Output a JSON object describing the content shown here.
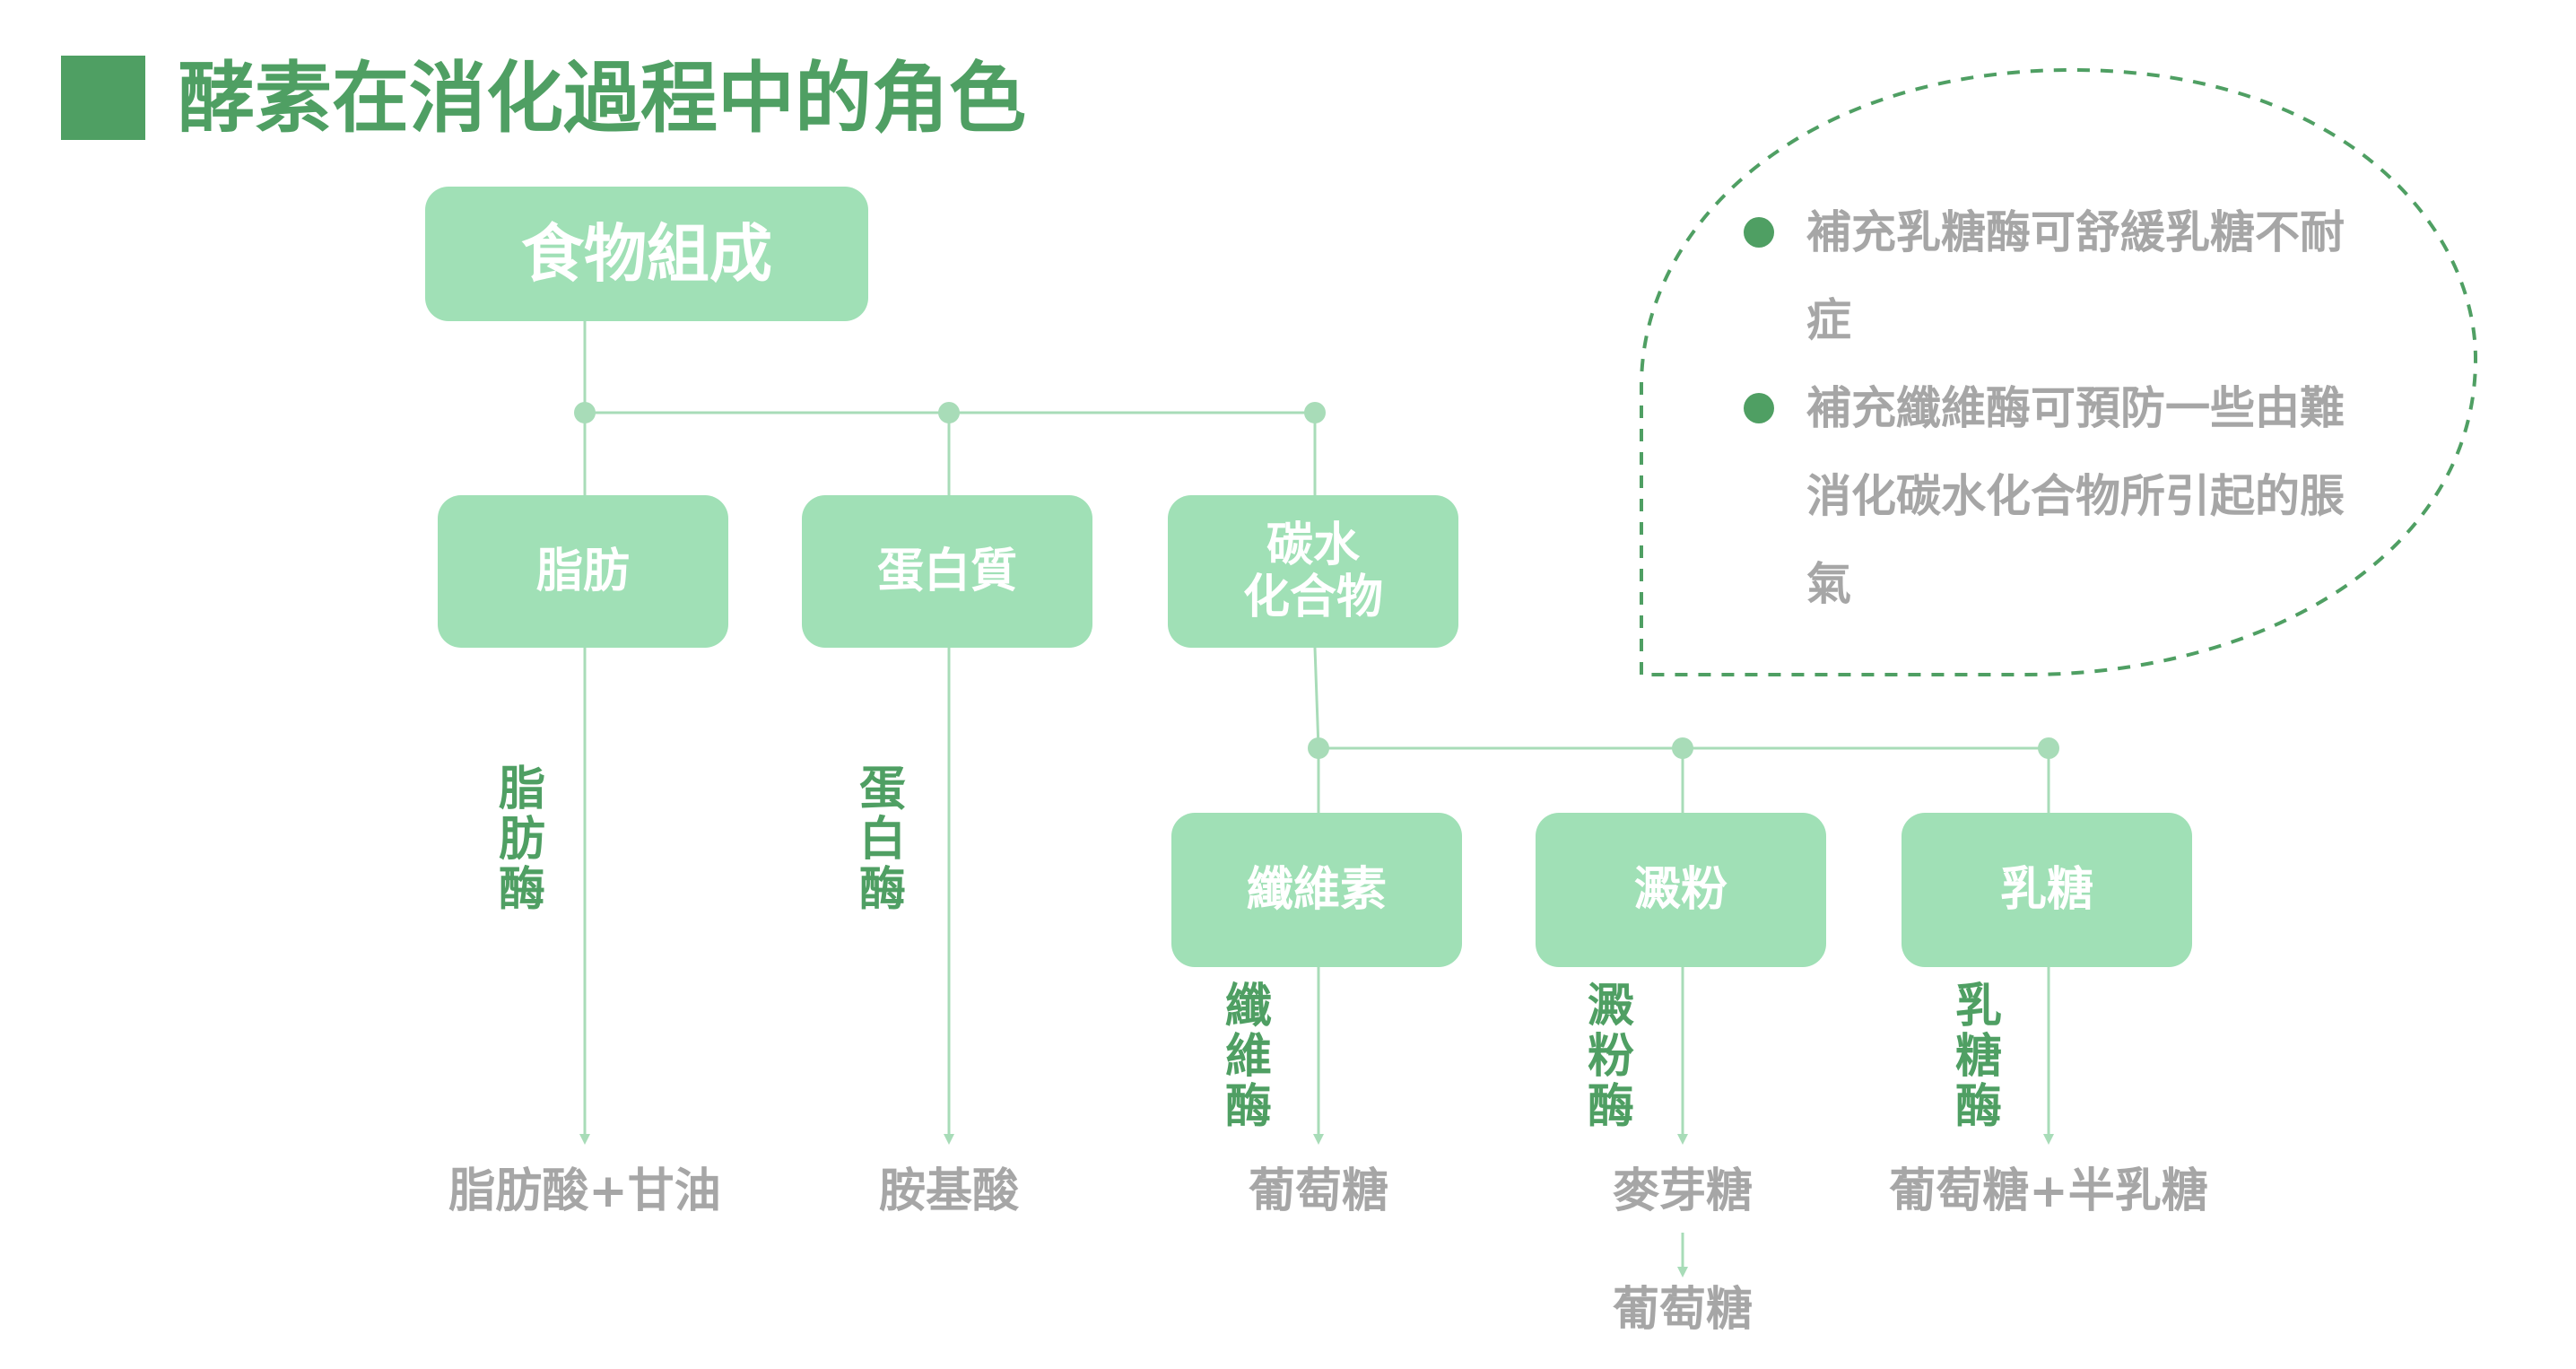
{
  "title": "酵素在消化過程中的角色",
  "root": "食物組成",
  "nutrients": {
    "fat": "脂肪",
    "protein": "蛋白質",
    "carb": "碳水\n化合物"
  },
  "carb_types": {
    "fiber": "纖維素",
    "starch": "澱粉",
    "lactose": "乳糖"
  },
  "enzymes": {
    "fat": "脂肪酶",
    "protein": "蛋白酶",
    "fiber": "纖維酶",
    "starch": "澱粉酶",
    "lactose": "乳糖酶"
  },
  "products": {
    "fat": "脂肪酸+甘油",
    "protein": "胺基酸",
    "fiber": "葡萄糖",
    "starch": "麥芽糖",
    "starch_final": "葡萄糖",
    "lactose": "葡萄糖+半乳糖"
  },
  "notes": [
    "補充乳糖酶可舒緩乳糖不耐症",
    "補充纖維酶可預防一些由難消化碳水化合物所引起的脹氣"
  ],
  "colors": {
    "accent": "#4f9f63",
    "box": "#a0e0b6",
    "line": "#a8dcb8",
    "product_text": "#a6a6a6"
  }
}
